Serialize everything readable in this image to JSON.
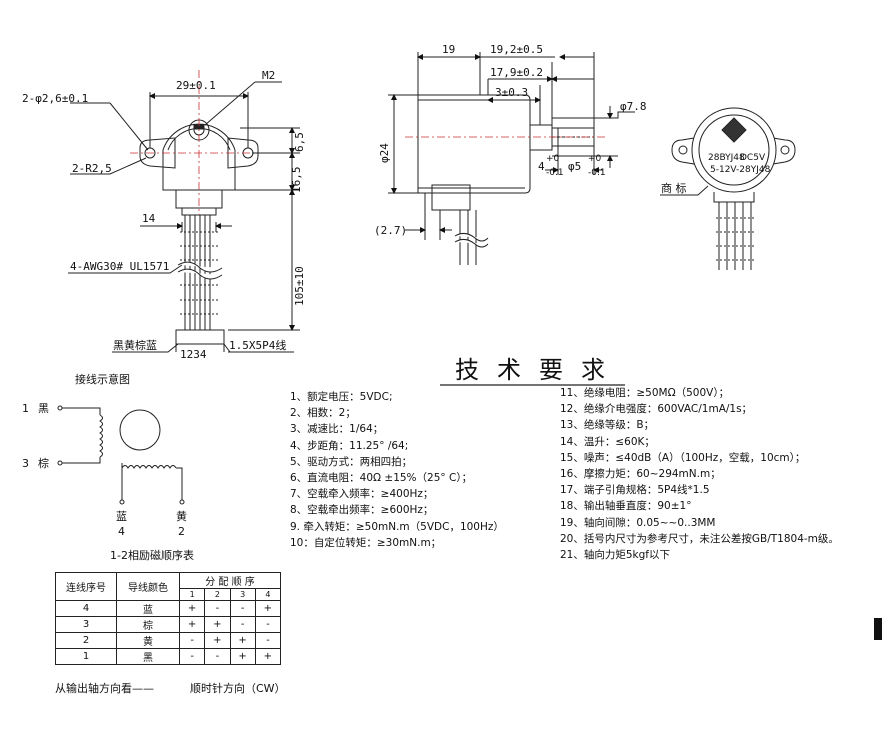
{
  "front_view": {
    "dim_width": "29±0.1",
    "dim_m2": "M2",
    "dim_holes": "2-φ2,6±0.1",
    "dim_radius": "2-R2,5",
    "dim_h1": "6,5",
    "dim_h2": "16,5",
    "dim_wire_width": "14",
    "dim_wire_len": "105±10",
    "wire_spec": "4-AWG30# UL1571",
    "wire_colors": "黑黄棕蓝",
    "pin_numbers": "1234",
    "connector": "1.5X5P4线"
  },
  "side_view": {
    "dim_19": "19",
    "dim_192": "19,2±0.5",
    "dim_179": "17,9±0.2",
    "dim_3": "3±0.3",
    "dim_78": "φ7.8",
    "dim_24": "φ24",
    "dim_27": "(2.7)",
    "dim_4": "4",
    "dim_4_tol_top": "+0",
    "dim_4_tol_bot": "-0.1",
    "dim_5": "φ5",
    "dim_5_tol_top": "+0",
    "dim_5_tol_bot": "-0.1"
  },
  "label_view": {
    "trademark": "商 标",
    "label_lines": [
      "28BYJ48",
      "DC5V",
      "5-12V-28YJ48"
    ]
  },
  "wiring": {
    "title": "接线示意图",
    "pin1": "1",
    "pin1_color": "黑",
    "pin3": "3",
    "pin3_color": "棕",
    "blue": "蓝",
    "yellow": "黄",
    "pin4": "4",
    "pin2": "2"
  },
  "sequence": {
    "title": "1-2相励磁顺序表",
    "header_pin": "连线序号",
    "header_color": "导线颜色",
    "header_seq": "分 配 顺 序",
    "steps": [
      "1",
      "2",
      "3",
      "4"
    ],
    "rows": [
      {
        "pin": "4",
        "color": "蓝",
        "s": [
          "+",
          "-",
          "-",
          "+"
        ]
      },
      {
        "pin": "3",
        "color": "棕",
        "s": [
          "+",
          "+",
          "-",
          "-"
        ]
      },
      {
        "pin": "2",
        "color": "黄",
        "s": [
          "-",
          "+",
          "+",
          "-"
        ]
      },
      {
        "pin": "1",
        "color": "黑",
        "s": [
          "-",
          "-",
          "+",
          "+"
        ]
      }
    ],
    "footer_left": "从输出轴方向看——",
    "footer_right": "顺时针方向（CW）"
  },
  "tech": {
    "title": "技术要求",
    "left": [
      "1、额定电压：5VDC;",
      "2、相数：2；",
      "3、减速比：1/64；",
      "4、步距角：11.25° /64;",
      "5、驱动方式：两相四拍；",
      "6、直流电阻：40Ω ±15%（25° C）；",
      "7、空载牵入频率：≥400Hz；",
      "8、空载牵出频率：≥600Hz；",
      "9. 牵入转矩：≥50mN.m（5VDC，100Hz）",
      "10：自定位转矩：≥30mN.m；"
    ],
    "right": [
      "11、绝缘电阻：≥50MΩ（500V）；",
      "12、绝缘介电强度：600VAC/1mA/1s；",
      "13、绝缘等级：B；",
      "14、温升：≤60K；",
      "15、噪声：≤40dB（A）（100Hz，空载，10cm）；",
      "16、摩擦力矩：60~294mN.m；",
      "17、端子引角规格：5P4线*1.5",
      "18、输出轴垂直度：90±1°",
      "19、轴向间隙：0.05~~0..3MM",
      "20、括号内尺寸为参考尺寸，未注公差按GB/T1804-m级。",
      "21、轴向力矩5kgf以下"
    ]
  }
}
